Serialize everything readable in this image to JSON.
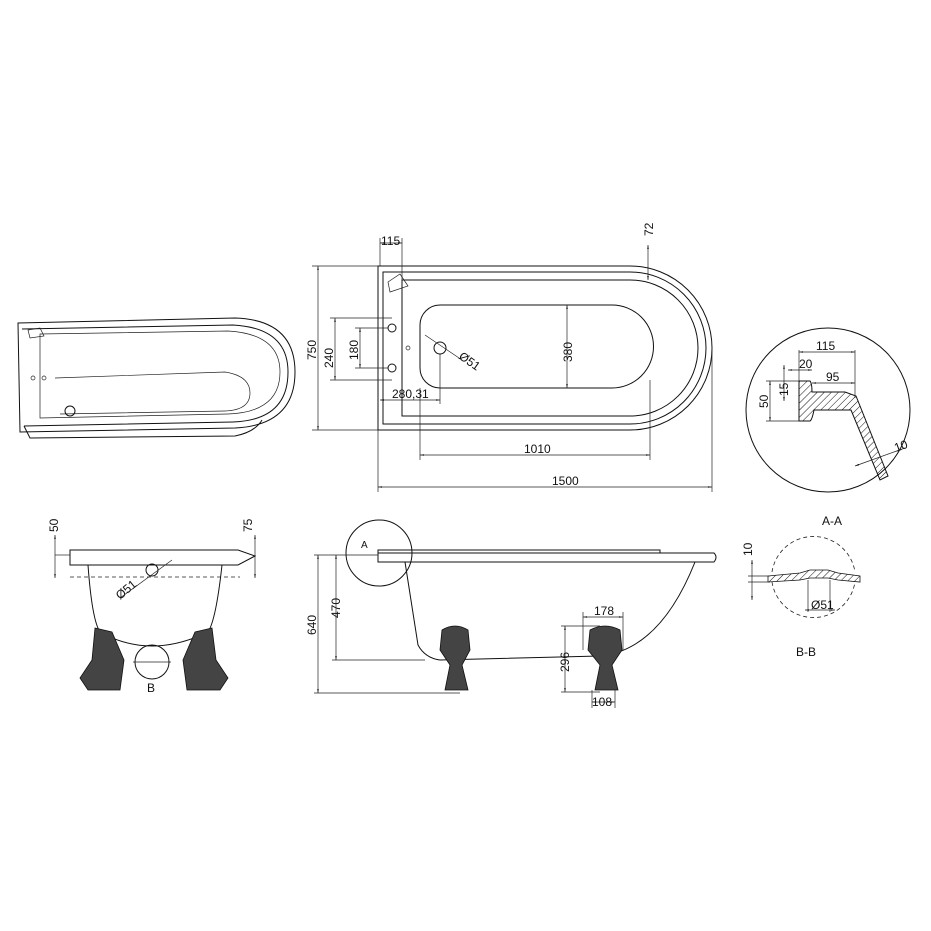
{
  "plan_view": {
    "dim_overflow_offset": "115",
    "dim_rim_end": "72",
    "dim_width": "750",
    "dim_tap_spacing_outer": "240",
    "dim_tap_spacing": "180",
    "dim_waste": "Ø51",
    "dim_basin_width": "380",
    "dim_waste_offset": "280,31",
    "dim_basin_length": "1010",
    "dim_length": "1500"
  },
  "detail_a": {
    "title": "A-A",
    "dim_rim": "115",
    "dim_lip": "20",
    "dim_flat": "95",
    "dim_lip_height": "15",
    "dim_rim_height": "50",
    "dim_wall": "10"
  },
  "end_view": {
    "dim_rim": "50",
    "dim_rim_right": "75",
    "dim_waste": "Ø51",
    "section_label": "B"
  },
  "side_view": {
    "detail_label": "A",
    "dim_height": "640",
    "dim_base_height": "470",
    "dim_foot_width": "178",
    "dim_foot_height": "296",
    "dim_foot_base": "108"
  },
  "detail_b": {
    "title": "B-B",
    "dim_thickness": "10",
    "dim_waste": "Ø51"
  }
}
